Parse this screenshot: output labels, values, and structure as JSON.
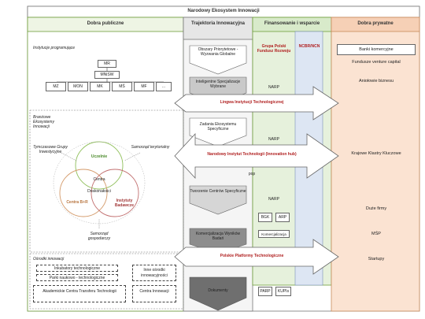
{
  "title": "Narodowy Ekosystem Innowacji",
  "columns": {
    "public": "Dobra publiczne",
    "trajectory": "Trajektoria Innowacyjna",
    "financing": "Finansowanie i wsparcie",
    "private": "Dobra prywatne"
  },
  "ministries": {
    "heading": "Instytucje programujące",
    "top": "MR",
    "mid": "MNiSW",
    "row": [
      "MZ",
      "MON",
      "MK",
      "MŚ",
      "MF",
      "..."
    ]
  },
  "trajectory_items": [
    "Obszary Priorytetowe - Wyzwania Globalne",
    "Inteligentne Specjalizacje Wybrane",
    "Zadania Ekosystemu Specyficzne",
    "Tworzenie Centrów Specyficzne",
    "Komercjalizacja Wyników Badań",
    "Dokumenty"
  ],
  "financing": {
    "pfr": "Grupa Polski Fundusz Rozwoju",
    "ncbr": "NCBR/NCN",
    "narp": [
      "NARP",
      "NARP",
      "NARP"
    ],
    "small": [
      "BGK",
      "ARP",
      "Komercjalizacja"
    ],
    "bottom": [
      "PARP",
      "KUPIs"
    ]
  },
  "private_items": [
    "Banki komercyjne",
    "Fundusze venture capital",
    "Aniołowie biznesu",
    "Krajowe Klastry Kluczowe",
    "Duże firmy",
    "MŚP",
    "Startupy"
  ],
  "arrows": [
    "Lingwa Instytucji Technologicznej",
    "Narodowy Instytut Technologii (Innovation hub)",
    "Polskie Platformy Technologiczne"
  ],
  "arrow_sub": "pop",
  "ecosystem": {
    "heading": "Branżowe Ekosystemy Innowacji",
    "left_label": "Tymczasowe Grupy Inwestycyjne",
    "right_label": "Samorząd terytorialny",
    "bottom_label": "Samorząd gospodarczy",
    "circle_top": "Uczelnie",
    "circle_left": "Centra B+R",
    "circle_right": "Instytuty Badawcze",
    "center_top": "Centra",
    "center_mid": "Doskonałości"
  },
  "innovation": {
    "heading": "Ośrodki innowacji",
    "items": [
      "Inkubatory technologiczne",
      "Parki naukowo - technologiczne",
      "Inne ośrodki innowacyjności",
      "Akademickie Centra Transferu Technologii",
      "Centra Innowacji"
    ]
  }
}
